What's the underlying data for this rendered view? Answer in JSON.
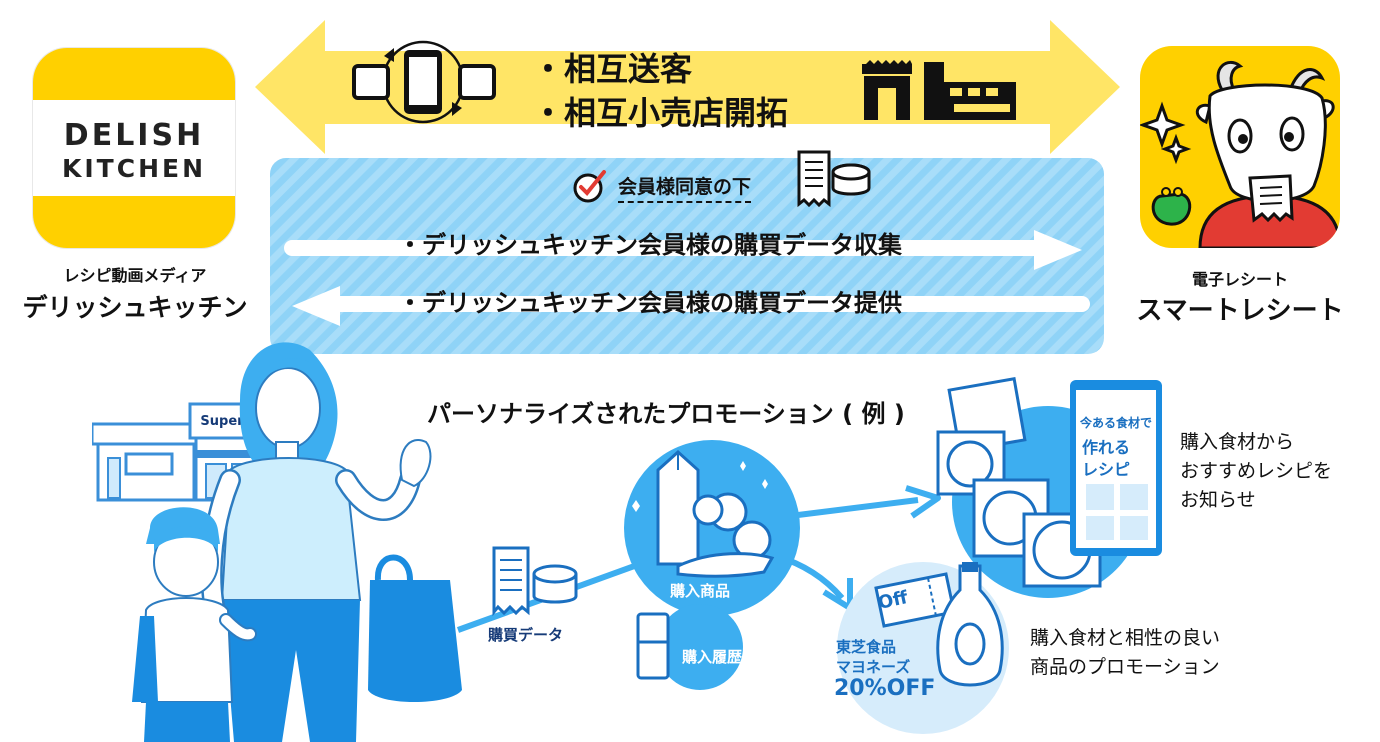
{
  "left_brand": {
    "logo_line1": "DELISH",
    "logo_line2": "KITCHEN",
    "caption_small": "レシピ動画メディア",
    "caption_large": "デリッシュキッチン"
  },
  "right_brand": {
    "caption_small": "電子レシート",
    "caption_large": "スマートレシート"
  },
  "yellow_banner": {
    "line1": "・相互送客",
    "line2": "・相互小売店開拓"
  },
  "blue_banner": {
    "consent": "会員様同意の下",
    "collect": "・デリッシュキッチン会員様の購買データ収集",
    "provide": "・デリッシュキッチン会員様の購買データ提供"
  },
  "store_sign": "Supermarket",
  "promo_title": "パーソナライズされたプロモーション ( 例 )",
  "flow": {
    "purchase_data": "購買データ",
    "purchased_items": "購入商品",
    "purchase_history": "購入履歴"
  },
  "recipe_phone": {
    "line1": "今ある食材で",
    "line2": "作れる",
    "line3": "レシピ"
  },
  "recipe_note": "購入食材から\nおすすめレシピを\nお知らせ",
  "coupon": {
    "ticket": "Off",
    "brand": "東芝食品",
    "product": "マヨネーズ",
    "discount": "20%OFF"
  },
  "promo_note": "購入食材と相性の良い\n商品のプロモーション",
  "colors": {
    "yellow": "#ffd000",
    "arrow_yellow": "#ffe566",
    "blue_panel": "#8fd3f7",
    "blue_circle": "#3daef0",
    "navy": "#163b78"
  }
}
